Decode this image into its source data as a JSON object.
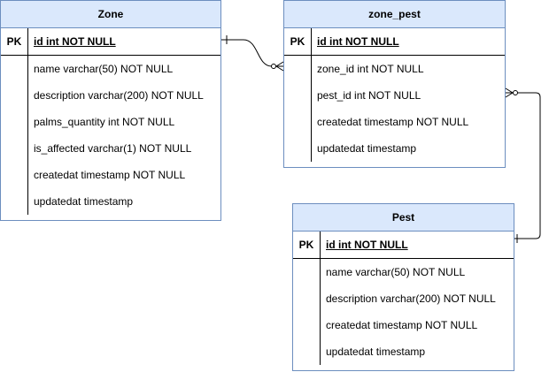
{
  "entities": {
    "zone": {
      "title": "Zone",
      "pk_label": "PK",
      "pk_field": "id int NOT NULL",
      "fields": [
        "name varchar(50) NOT NULL",
        "description varchar(200) NOT NULL",
        "palms_quantity int NOT NULL",
        "is_affected varchar(1) NOT NULL",
        "createdat timestamp NOT NULL",
        "updatedat timestamp"
      ]
    },
    "zone_pest": {
      "title": "zone_pest",
      "pk_label": "PK",
      "pk_field": "id int NOT NULL",
      "fields": [
        "zone_id int NOT NULL",
        "pest_id int NOT NULL",
        "createdat timestamp NOT NULL",
        "updatedat timestamp"
      ]
    },
    "pest": {
      "title": "Pest",
      "pk_label": "PK",
      "pk_field": "id int NOT NULL",
      "fields": [
        "name varchar(50) NOT NULL",
        "description varchar(200) NOT NULL",
        "createdat timestamp NOT NULL",
        "updatedat timestamp"
      ]
    }
  },
  "relationships": [
    {
      "from": "zone",
      "to": "zone_pest",
      "from_end": "one",
      "to_end": "zero-or-many"
    },
    {
      "from": "pest",
      "to": "zone_pest",
      "from_end": "one",
      "to_end": "zero-or-many"
    }
  ],
  "colors": {
    "header_fill": "#dae8fc",
    "border": "#6c8ebf",
    "line": "#000000"
  }
}
